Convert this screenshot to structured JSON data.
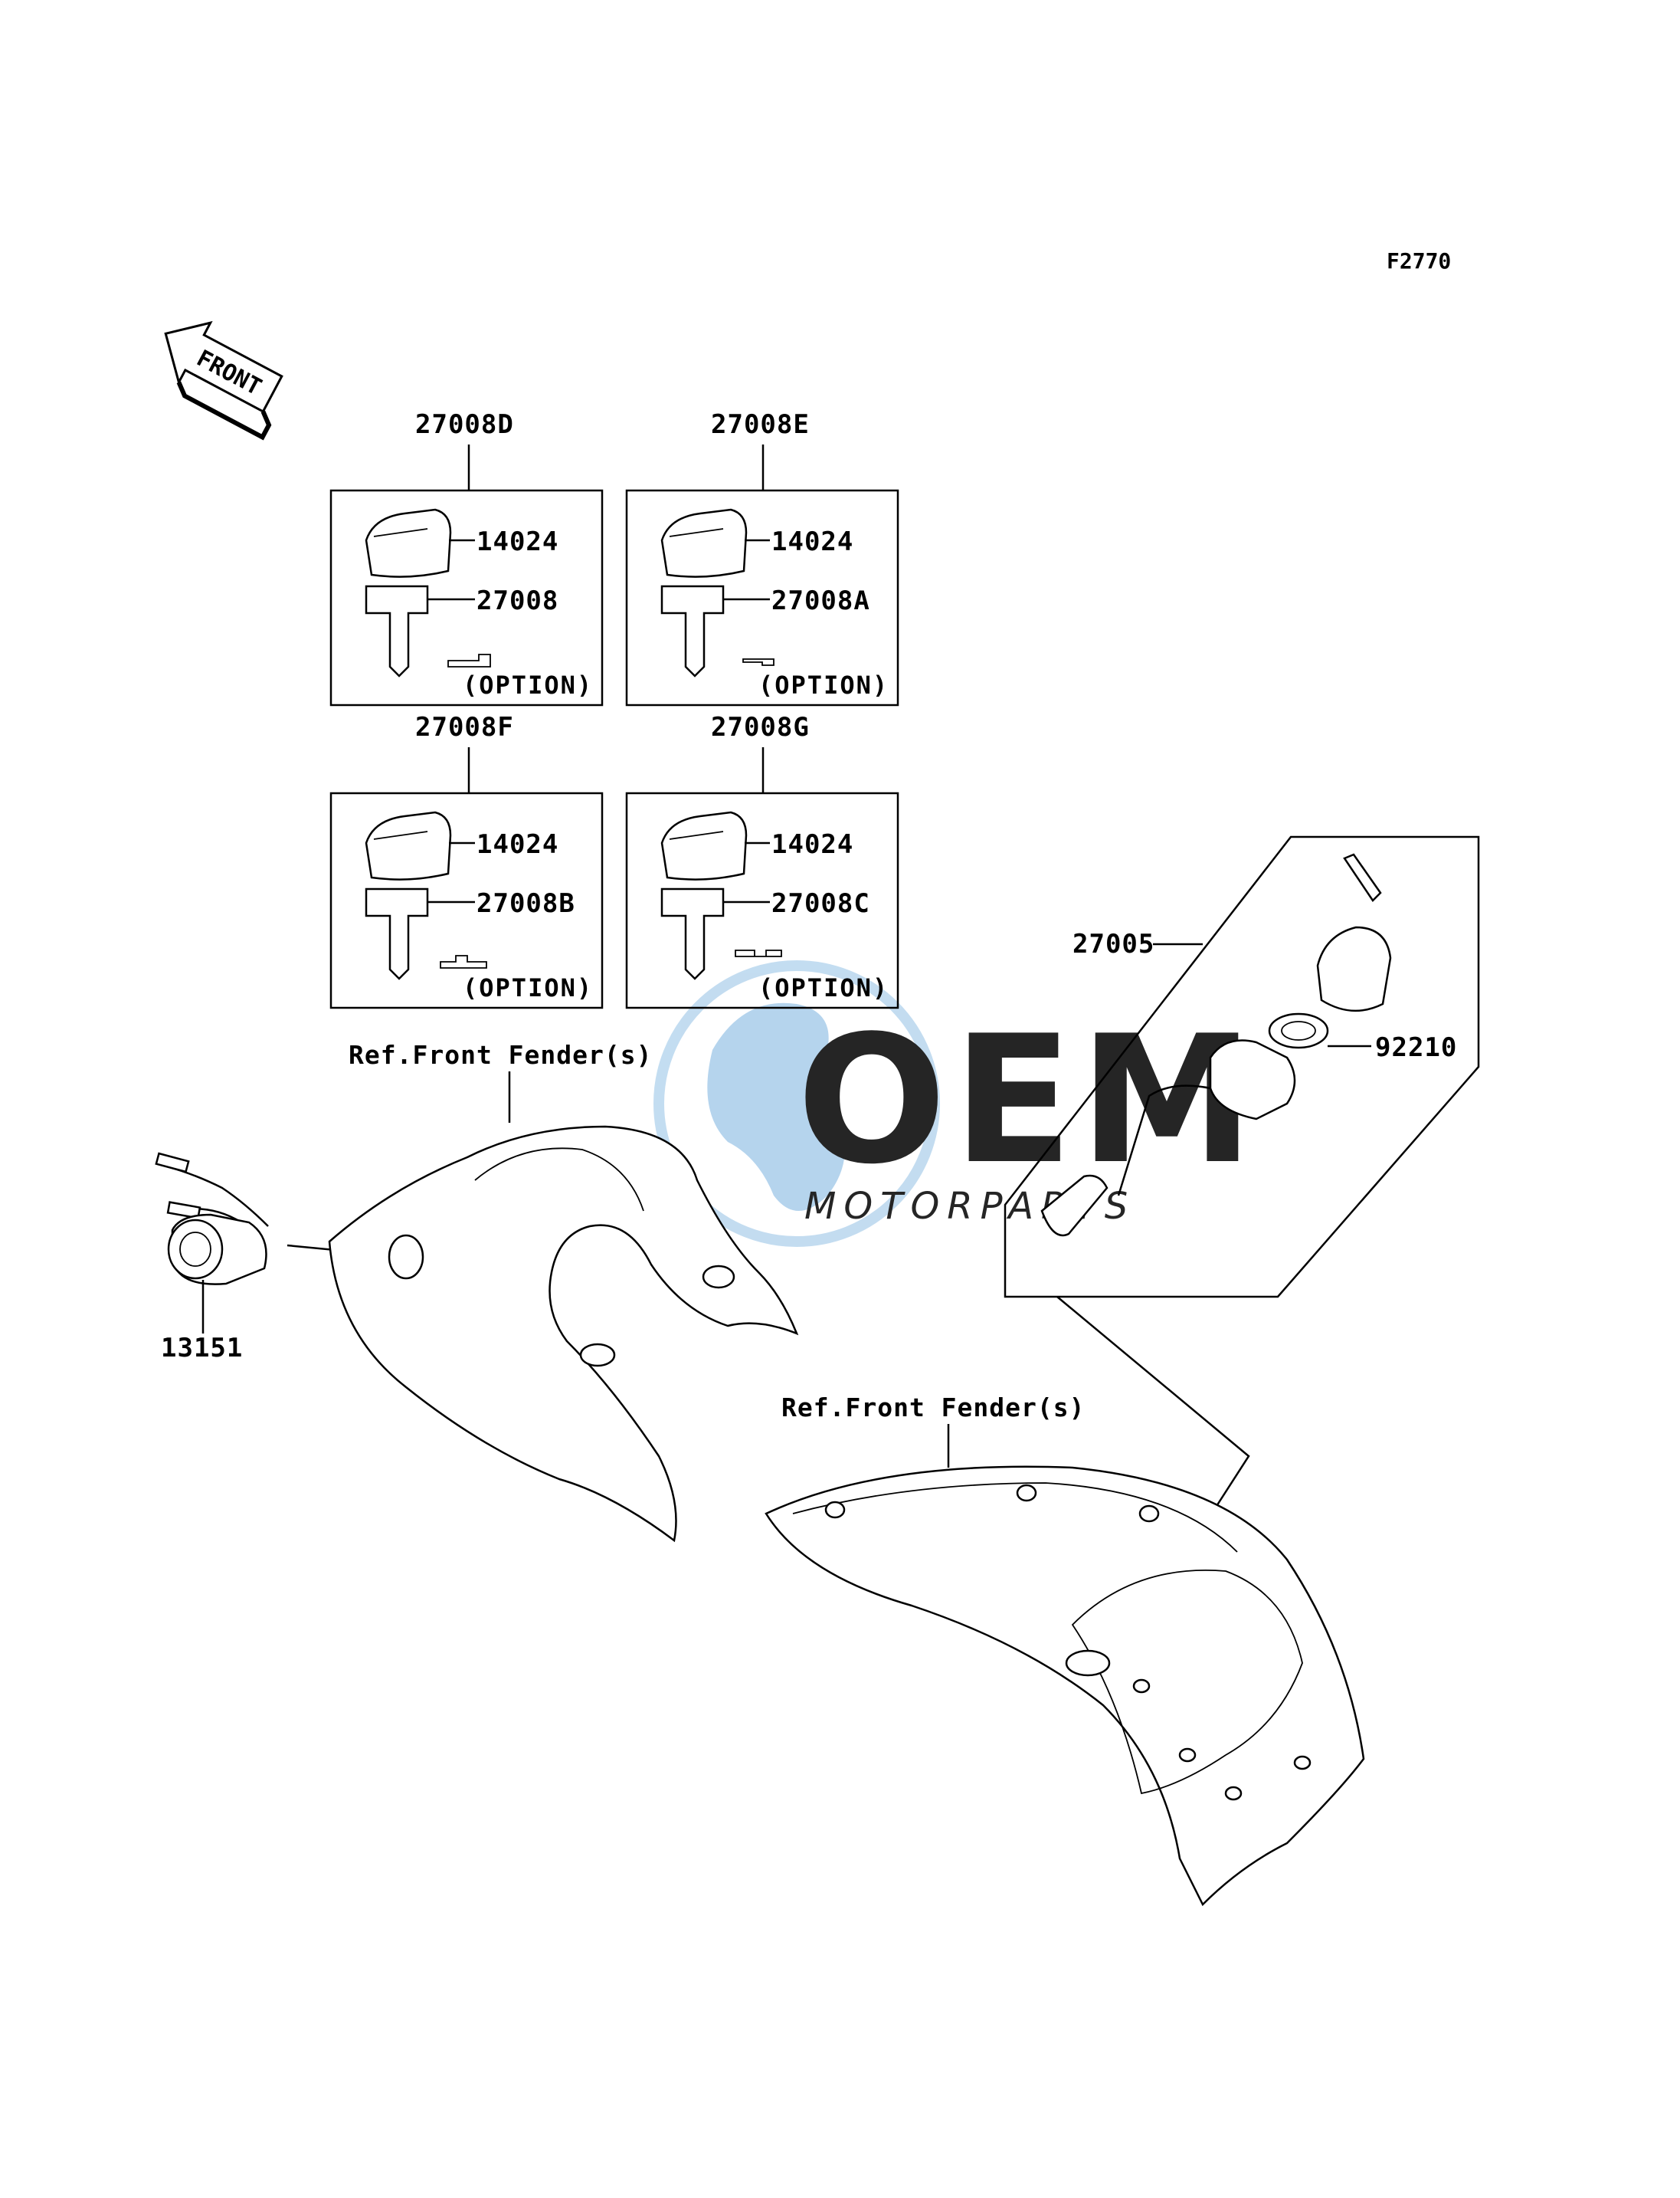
{
  "figure_code": "F2770",
  "front_arrow_label": "FRONT",
  "kits": [
    {
      "kit": "27008D",
      "cap": "14024",
      "key": "27008",
      "option": "(OPTION)"
    },
    {
      "kit": "27008E",
      "cap": "14024",
      "key": "27008A",
      "option": "(OPTION)"
    },
    {
      "kit": "27008F",
      "cap": "14024",
      "key": "27008B",
      "option": "(OPTION)"
    },
    {
      "kit": "27008G",
      "cap": "14024",
      "key": "27008C",
      "option": "(OPTION)"
    }
  ],
  "parts": {
    "ignition_switch": "27005",
    "nut": "92210",
    "lamp": "13151"
  },
  "refs": {
    "fender_1": "Ref.Front Fender(s)",
    "fender_2": "Ref.Front Fender(s)"
  },
  "watermark": {
    "logo": "OEM",
    "sub": "MOTORPARTS",
    "color": "#cfd6dc",
    "globe_color": "#9fc6e6"
  }
}
